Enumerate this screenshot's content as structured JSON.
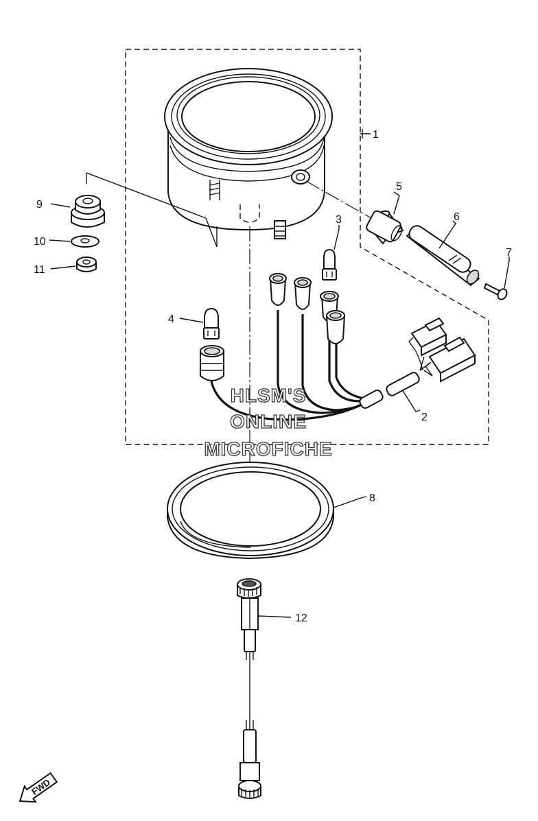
{
  "callouts": {
    "c1": "1",
    "c2": "2",
    "c3": "3",
    "c4": "4",
    "c5": "5",
    "c6": "6",
    "c7": "7",
    "c8": "8",
    "c9": "9",
    "c10": "10",
    "c11": "11",
    "c12": "12"
  },
  "watermark": {
    "line1": "HLSM'S",
    "line2": "ONLINE",
    "line3": "MICROFICHE"
  },
  "fwd_label": "FWD"
}
